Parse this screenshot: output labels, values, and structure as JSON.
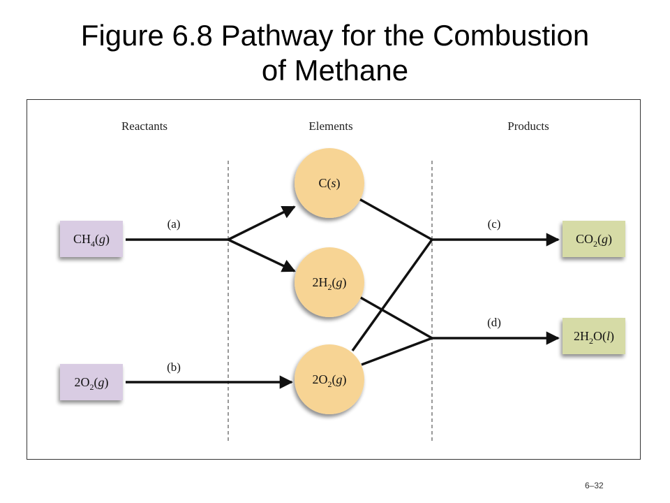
{
  "title_line1": "Figure 6.8  Pathway for the Combustion",
  "title_line2": "of Methane",
  "columns": {
    "reactants": "Reactants",
    "elements": "Elements",
    "products": "Products"
  },
  "reactants": {
    "ch4": {
      "formula": "CH",
      "sub": "4",
      "state": "g"
    },
    "o2": {
      "coef": "2",
      "formula": "O",
      "sub": "2",
      "state": "g"
    }
  },
  "elements": {
    "c": {
      "formula": "C",
      "state": "s"
    },
    "h2": {
      "coef": "2",
      "formula": "H",
      "sub": "2",
      "state": "g"
    },
    "o2": {
      "coef": "2",
      "formula": "O",
      "sub": "2",
      "state": "g"
    }
  },
  "products": {
    "co2": {
      "formula": "CO",
      "sub": "2",
      "state": "g"
    },
    "h2o": {
      "coef": "2",
      "formula": "H",
      "sub": "2",
      "rest": "O",
      "state": "l"
    }
  },
  "arrow_labels": {
    "a": "(a)",
    "b": "(b)",
    "c": "(c)",
    "d": "(d)"
  },
  "page_number": "6–32",
  "colors": {
    "reactant_box": "#d9cce3",
    "element_circle": "#f7d494",
    "product_box": "#d6dba6",
    "line": "#111111"
  }
}
